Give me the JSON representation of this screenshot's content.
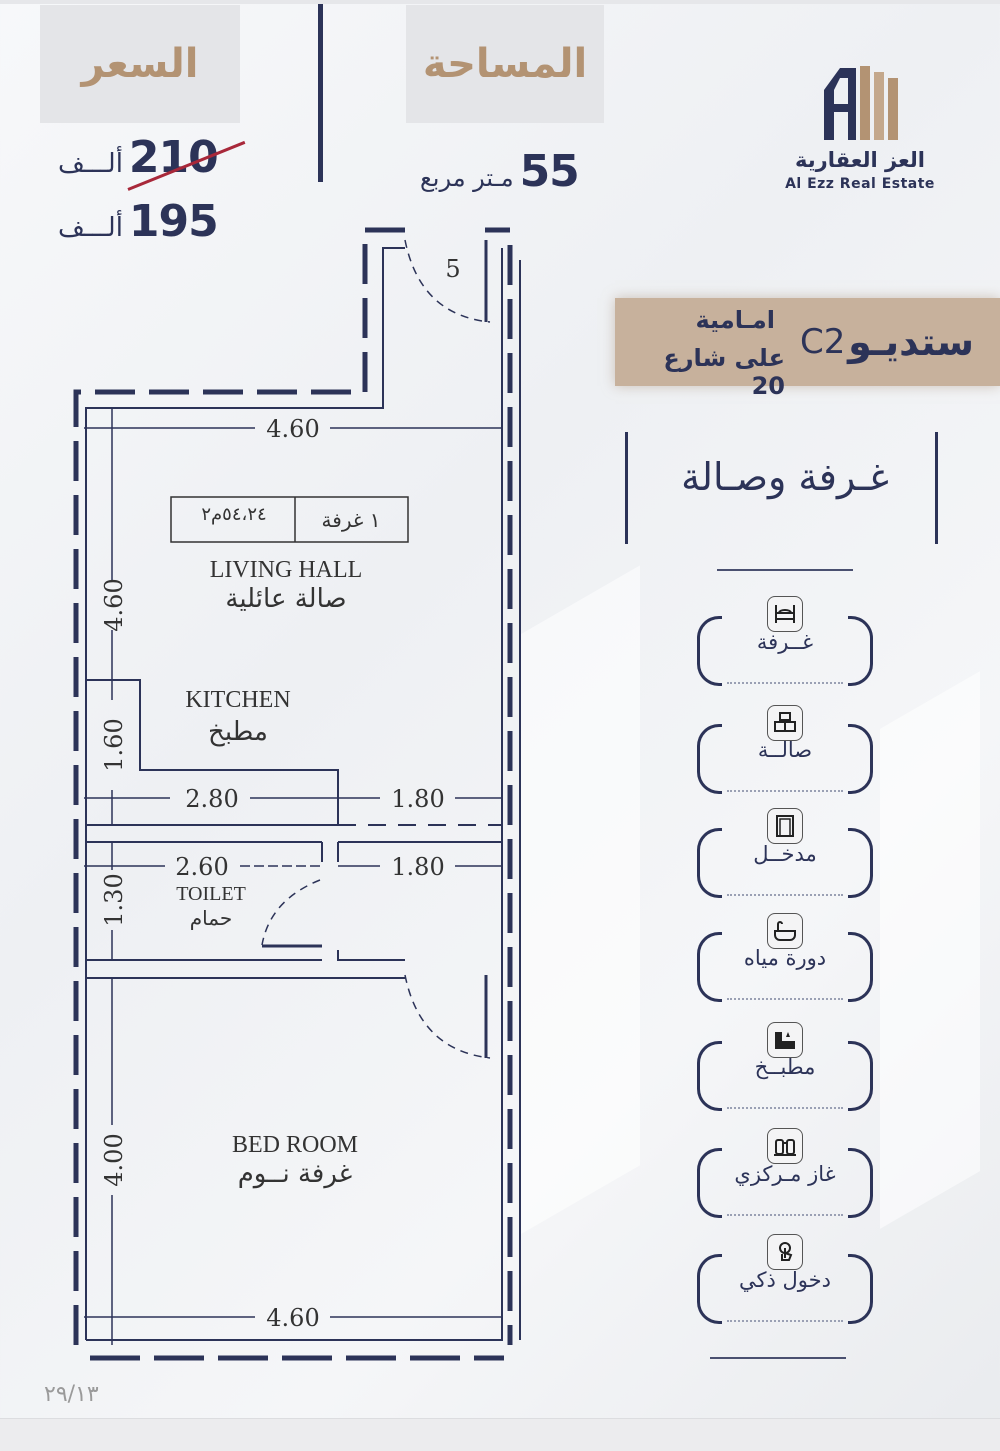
{
  "header": {
    "price_label": "السعر",
    "area_label": "المساحة",
    "old_price": "210",
    "new_price": "195",
    "price_unit": "ألـــف",
    "area_value": "55",
    "area_unit": "مـتر مربع"
  },
  "logo": {
    "name_ar": "العز العقارية",
    "name_en": "Al Ezz Real Estate",
    "colors": {
      "navy": "#2c3358",
      "gold": "#b39373"
    }
  },
  "banner": {
    "unit_type": "ستديـو",
    "unit_code": "C2",
    "position": "امـامية",
    "street": "على شارع 20",
    "background": "#c7b19c"
  },
  "layout_title": "غـرفة وصـالة",
  "features": [
    {
      "label": "غــرفة",
      "icon": "bed-icon"
    },
    {
      "label": "صالــة",
      "icon": "tv-unit-icon"
    },
    {
      "label": "مدخــل",
      "icon": "door-icon"
    },
    {
      "label": "دورة مياه",
      "icon": "bathtub-icon"
    },
    {
      "label": "مطبــخ",
      "icon": "kitchen-icon"
    },
    {
      "label": "غاز مـركزي",
      "icon": "gas-tank-icon"
    },
    {
      "label": "دخول ذكي",
      "icon": "smart-touch-icon"
    }
  ],
  "floor_plan": {
    "entrance_number": "5",
    "area_table": {
      "rooms": "١ غرفة",
      "area": "٥٤،٢٤م٢"
    },
    "rooms": [
      {
        "en": "LIVING HALL",
        "ar": "صالة عائلية"
      },
      {
        "en": "KITCHEN",
        "ar": "مطبخ"
      },
      {
        "en": "TOILET",
        "ar": "حمام"
      },
      {
        "en": "BED ROOM",
        "ar": "غرفة نــوم"
      }
    ],
    "dimensions": {
      "top_width": "4.60",
      "living_height": "4.60",
      "kitchen_height": "1.60",
      "kitchen_width": "2.80",
      "corridor_width_1": "1.80",
      "toilet_width": "2.60",
      "corridor_width_2": "1.80",
      "toilet_height": "1.30",
      "bedroom_height": "4.00",
      "bottom_width": "4.60"
    }
  },
  "page_number": "٢٩/١٣"
}
